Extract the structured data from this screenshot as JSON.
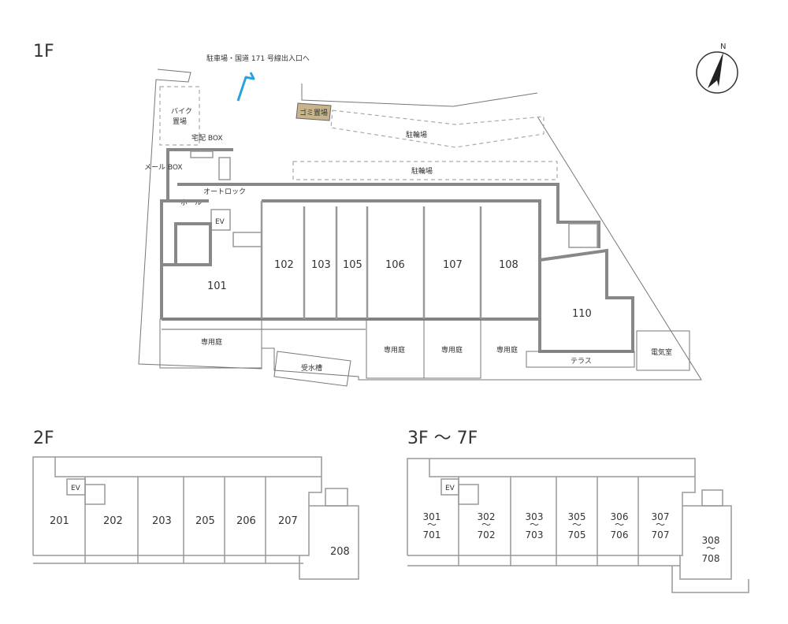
{
  "floors": {
    "f1": {
      "title": "1F",
      "access_label": "駐車場・国道 171 号線出入口へ",
      "bike_area": [
        "バイク",
        "置場"
      ],
      "delivery_box": "宅配 BOX",
      "mail_box": "メール BOX",
      "garbage": "ゴミ置場",
      "bicycle_parking_1": "駐輪場",
      "bicycle_parking_2": "駐輪場",
      "autolock": "オートロック",
      "hall": "ホール",
      "ev": "EV",
      "units": [
        "101",
        "102",
        "103",
        "105",
        "106",
        "107",
        "108",
        "110"
      ],
      "gardens": [
        "専用庭",
        "専用庭",
        "専用庭",
        "専用庭"
      ],
      "water_tank": "受水槽",
      "terrace": "テラス",
      "electric_room": "電気室"
    },
    "f2": {
      "title": "2F",
      "ev": "EV",
      "units": [
        "201",
        "202",
        "203",
        "205",
        "206",
        "207",
        "208"
      ]
    },
    "f3": {
      "title": "3F 〜 7F",
      "ev": "EV",
      "units": [
        [
          "301",
          "〜",
          "701"
        ],
        [
          "302",
          "〜",
          "702"
        ],
        [
          "303",
          "〜",
          "703"
        ],
        [
          "305",
          "〜",
          "705"
        ],
        [
          "306",
          "〜",
          "706"
        ],
        [
          "307",
          "〜",
          "707"
        ],
        [
          "308",
          "〜",
          "708"
        ]
      ]
    }
  },
  "compass": {
    "label": "N"
  },
  "colors": {
    "arrow": "#29a3dd",
    "garbage": "#c8b48a",
    "wall": "#888888"
  }
}
